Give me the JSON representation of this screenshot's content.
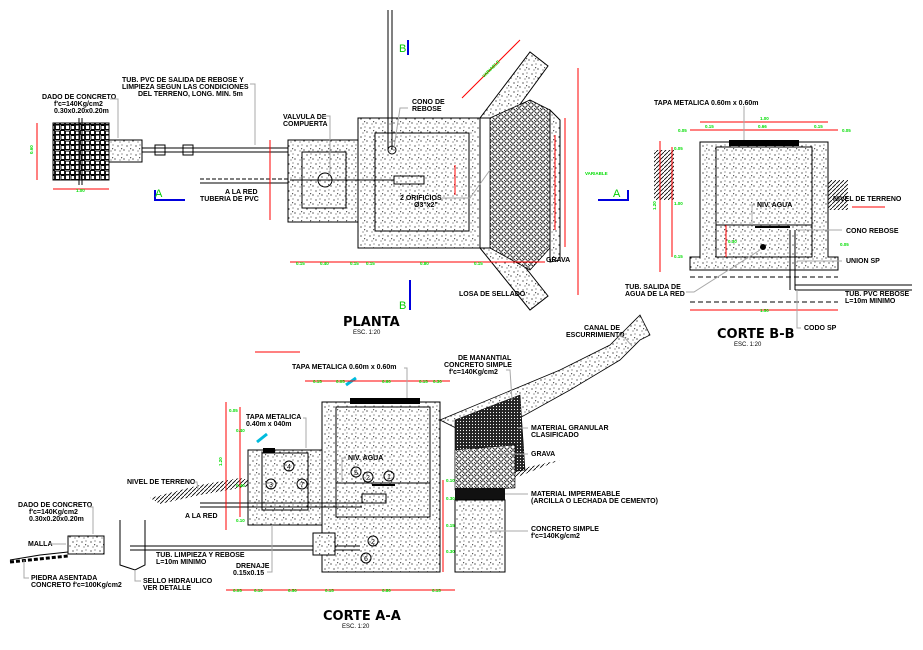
{
  "drawing": {
    "planta": {
      "title": "PLANTA",
      "scale": "ESC. 1:20",
      "labels": {
        "dado": [
          "DADO DE CONCRETO",
          "f'c=140Kg/cm2",
          "0.30x0.20x0.20m"
        ],
        "tub_rebose": [
          "TUB. PVC DE SALIDA DE REBOSE Y",
          "LIMPIEZA SEGUN LAS CONDICIONES",
          "DEL TERRENO, LONG. MIN. 5m"
        ],
        "valvula": [
          "VALVULA DE",
          "COMPUERTA"
        ],
        "cono": [
          "CONO DE",
          "REBOSE"
        ],
        "a_la_red": [
          "A LA RED",
          "TUBERIA DE PVC"
        ],
        "orificios": [
          "2 ORIFICIOS",
          "Ø3\"x2\""
        ],
        "grava": "GRAVA",
        "losa": "LOSA DE SELLADO",
        "variable": "VARIABLE"
      },
      "section_marks": {
        "a": "A",
        "b": "B"
      }
    },
    "corte_bb": {
      "title": "CORTE B-B",
      "scale": "ESC. 1:20",
      "labels": {
        "tapa": "TAPA METALICA 0.60m x 0.60m",
        "niv_agua": "NIV. AGUA",
        "nivel_terreno": "NIVEL DE TERRENO",
        "cono_rebose": "CONO REBOSE",
        "union": "UNION SP",
        "tubo_salida": [
          "TUB. SALIDA DE",
          "AGUA DE LA RED"
        ],
        "tub_pvc": [
          "TUB. PVC REBOSE",
          "L=10m MINIMO"
        ],
        "codo": "CODO SP"
      }
    },
    "corte_aa": {
      "title": "CORTE A-A",
      "scale": "ESC. 1:20",
      "labels": {
        "tapa_grande": "TAPA METALICA 0.60m x 0.60m",
        "tapa_chica": [
          "TAPA METALICA",
          "0.40m x 040m"
        ],
        "manantial": [
          "DE MANANTIAL",
          "CONCRETO SIMPLE",
          "f'c=140Kg/cm2"
        ],
        "canal": [
          "CANAL DE",
          "ESCURRIMIENTO"
        ],
        "material_granular": [
          "MATERIAL GRANULAR",
          "CLASIFICADO"
        ],
        "grava": "GRAVA",
        "impermeable": [
          "MATERIAL IMPERMEABLE",
          "(ARCILLA O LECHADA DE CEMENTO)"
        ],
        "concreto_simple": [
          "CONCRETO SIMPLE",
          "f'c=140Kg/cm2"
        ],
        "niv_agua": "NIV. AGUA",
        "nivel_terreno": "NIVEL DE TERRENO",
        "a_la_red": "A LA RED",
        "dado": [
          "DADO DE CONCRETO",
          "f'c=140Kg/cm2",
          "0.30x0.20x0.20m"
        ],
        "malla": "MALLA",
        "piedra": [
          "PIEDRA ASENTADA",
          "CONCRETO f'c=100Kg/cm2"
        ],
        "sello": [
          "SELLO HIDRAULICO",
          "VER DETALLE"
        ],
        "tub_limpieza": [
          "TUB. LIMPIEZA Y REBOSE",
          "L=10m MINIMO"
        ],
        "drenaje": [
          "DRENAJE",
          "0.15x0.15"
        ]
      },
      "item_numbers": [
        "1",
        "2",
        "3",
        "4",
        "5",
        "7",
        "2",
        "6"
      ]
    },
    "colors": {
      "dimension_line": "#ff0000",
      "dimension_text": "#00dd00",
      "section_line": "#0000dd",
      "leader": "#a8a8a8",
      "cover_arrow": "#00bbdd"
    }
  }
}
